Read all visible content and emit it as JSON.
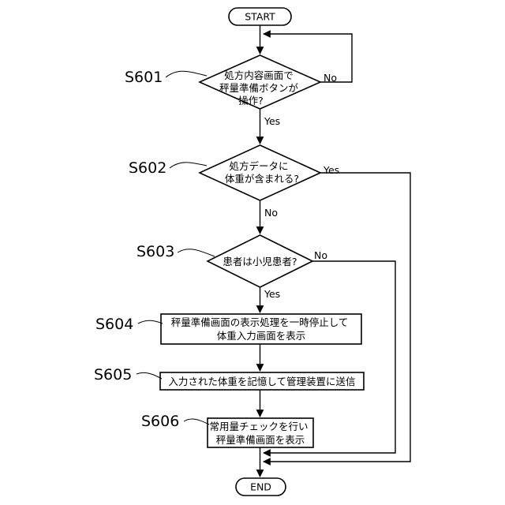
{
  "flowchart": {
    "start": "START",
    "end": "END",
    "s601": {
      "label": "S601",
      "lines": [
        "処方内容画面で",
        "秤量準備ボタンが",
        "操作?"
      ],
      "no": "No",
      "yes": "Yes"
    },
    "s602": {
      "label": "S602",
      "lines": [
        "処方データに",
        "体重が含まれる?"
      ],
      "yes": "Yes",
      "no": "No"
    },
    "s603": {
      "label": "S603",
      "lines": [
        "患者は小児患者?"
      ],
      "no": "No",
      "yes": "Yes"
    },
    "s604": {
      "label": "S604",
      "lines": [
        "秤量準備画面の表示処理を一時停止して",
        "体重入力画面を表示"
      ]
    },
    "s605": {
      "label": "S605",
      "lines": [
        "入力された体重を記憶して管理装置に送信"
      ]
    },
    "s606": {
      "label": "S606",
      "lines": [
        "常用量チェックを行い",
        "秤量準備画面を表示"
      ]
    }
  }
}
